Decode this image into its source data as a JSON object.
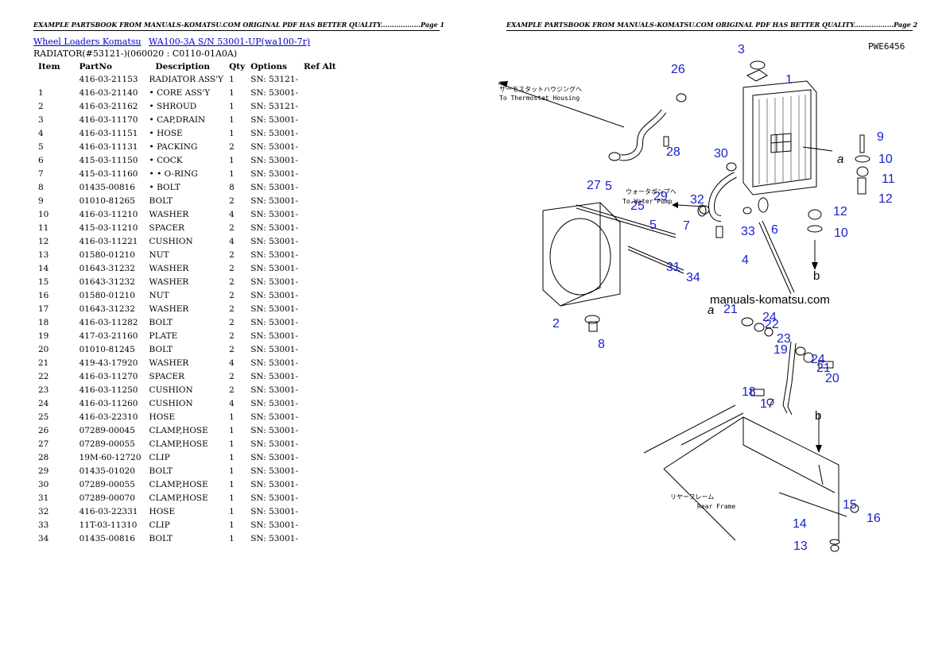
{
  "page1": {
    "header": "EXAMPLE PARTSBOOK FROM MANUALS-KOMATSU.COM ORIGINAL PDF HAS BETTER QUALITY..................Page 1",
    "link_brand": "Wheel Loaders Komatsu",
    "link_model": "WA100-3A S/N 53001-UP(wa100-7r)",
    "subtitle": "RADIATOR(#53121-)(060020 : C0110-01A0A)",
    "columns": [
      "Item",
      "PartNo",
      "Description",
      "Qty",
      "Options",
      "Ref Alt"
    ],
    "rows": [
      [
        "",
        "416-03-21153",
        "RADIATOR ASS'Y",
        "1",
        "SN: 53121-"
      ],
      [
        "1",
        "416-03-21140",
        "• CORE ASS'Y",
        "1",
        "SN: 53001-"
      ],
      [
        "2",
        "416-03-21162",
        "• SHROUD",
        "1",
        "SN: 53121-"
      ],
      [
        "3",
        "416-03-11170",
        "• CAP,DRAIN",
        "1",
        "SN: 53001-"
      ],
      [
        "4",
        "416-03-11151",
        "• HOSE",
        "1",
        "SN: 53001-"
      ],
      [
        "5",
        "416-03-11131",
        "• PACKING",
        "2",
        "SN: 53001-"
      ],
      [
        "6",
        "415-03-11150",
        "• COCK",
        "1",
        "SN: 53001-"
      ],
      [
        "7",
        "415-03-11160",
        "• • O-RING",
        "1",
        "SN: 53001-"
      ],
      [
        "8",
        "01435-00816",
        "• BOLT",
        "8",
        "SN: 53001-"
      ],
      [
        "9",
        "01010-81265",
        "BOLT",
        "2",
        "SN: 53001-"
      ],
      [
        "10",
        "416-03-11210",
        "WASHER",
        "4",
        "SN: 53001-"
      ],
      [
        "11",
        "415-03-11210",
        "SPACER",
        "2",
        "SN: 53001-"
      ],
      [
        "12",
        "416-03-11221",
        "CUSHION",
        "4",
        "SN: 53001-"
      ],
      [
        "13",
        "01580-01210",
        "NUT",
        "2",
        "SN: 53001-"
      ],
      [
        "14",
        "01643-31232",
        "WASHER",
        "2",
        "SN: 53001-"
      ],
      [
        "15",
        "01643-31232",
        "WASHER",
        "2",
        "SN: 53001-"
      ],
      [
        "16",
        "01580-01210",
        "NUT",
        "2",
        "SN: 53001-"
      ],
      [
        "17",
        "01643-31232",
        "WASHER",
        "2",
        "SN: 53001-"
      ],
      [
        "18",
        "416-03-11282",
        "BOLT",
        "2",
        "SN: 53001-"
      ],
      [
        "19",
        "417-03-21160",
        "PLATE",
        "2",
        "SN: 53001-"
      ],
      [
        "20",
        "01010-81245",
        "BOLT",
        "2",
        "SN: 53001-"
      ],
      [
        "21",
        "419-43-17920",
        "WASHER",
        "4",
        "SN: 53001-"
      ],
      [
        "22",
        "416-03-11270",
        "SPACER",
        "2",
        "SN: 53001-"
      ],
      [
        "23",
        "416-03-11250",
        "CUSHION",
        "2",
        "SN: 53001-"
      ],
      [
        "24",
        "416-03-11260",
        "CUSHION",
        "4",
        "SN: 53001-"
      ],
      [
        "25",
        "416-03-22310",
        "HOSE",
        "1",
        "SN: 53001-"
      ],
      [
        "26",
        "07289-00045",
        "CLAMP,HOSE",
        "1",
        "SN: 53001-"
      ],
      [
        "27",
        "07289-00055",
        "CLAMP,HOSE",
        "1",
        "SN: 53001-"
      ],
      [
        "28",
        "19M-60-12720",
        "CLIP",
        "1",
        "SN: 53001-"
      ],
      [
        "29",
        "01435-01020",
        "BOLT",
        "1",
        "SN: 53001-"
      ],
      [
        "30",
        "07289-00055",
        "CLAMP,HOSE",
        "1",
        "SN: 53001-"
      ],
      [
        "31",
        "07289-00070",
        "CLAMP,HOSE",
        "1",
        "SN: 53001-"
      ],
      [
        "32",
        "416-03-22331",
        "HOSE",
        "1",
        "SN: 53001-"
      ],
      [
        "33",
        "11T-03-11310",
        "CLIP",
        "1",
        "SN: 53001-"
      ],
      [
        "34",
        "01435-00816",
        "BOLT",
        "1",
        "SN: 53001-"
      ]
    ]
  },
  "page2": {
    "header": "EXAMPLE PARTSBOOK FROM MANUALS-KOMATSU.COM ORIGINAL PDF HAS BETTER QUALITY..................Page 2",
    "diagram": {
      "code": "PWE6456",
      "watermark": "manuals-komatsu.com",
      "jp_thermostat": "サーモスタットハウジングへ",
      "en_thermostat": "To Thermostat Housing",
      "jp_water_pump": "ウォータポンプへ",
      "en_water_pump": "To Water Pump",
      "jp_rear_frame": "リヤーフレーム",
      "en_rear_frame": "Rear Frame",
      "ref_a": "a",
      "ref_b": "b",
      "label_color": "#1a22cc",
      "callouts": [
        "1",
        "2",
        "3",
        "4",
        "5",
        "5",
        "6",
        "7",
        "8",
        "9",
        "10",
        "10",
        "11",
        "12",
        "12",
        "13",
        "14",
        "15",
        "16",
        "17",
        "18",
        "19",
        "20",
        "21",
        "21",
        "22",
        "23",
        "24",
        "24",
        "25",
        "26",
        "27",
        "28",
        "29",
        "30",
        "31",
        "32",
        "33",
        "34"
      ]
    }
  }
}
